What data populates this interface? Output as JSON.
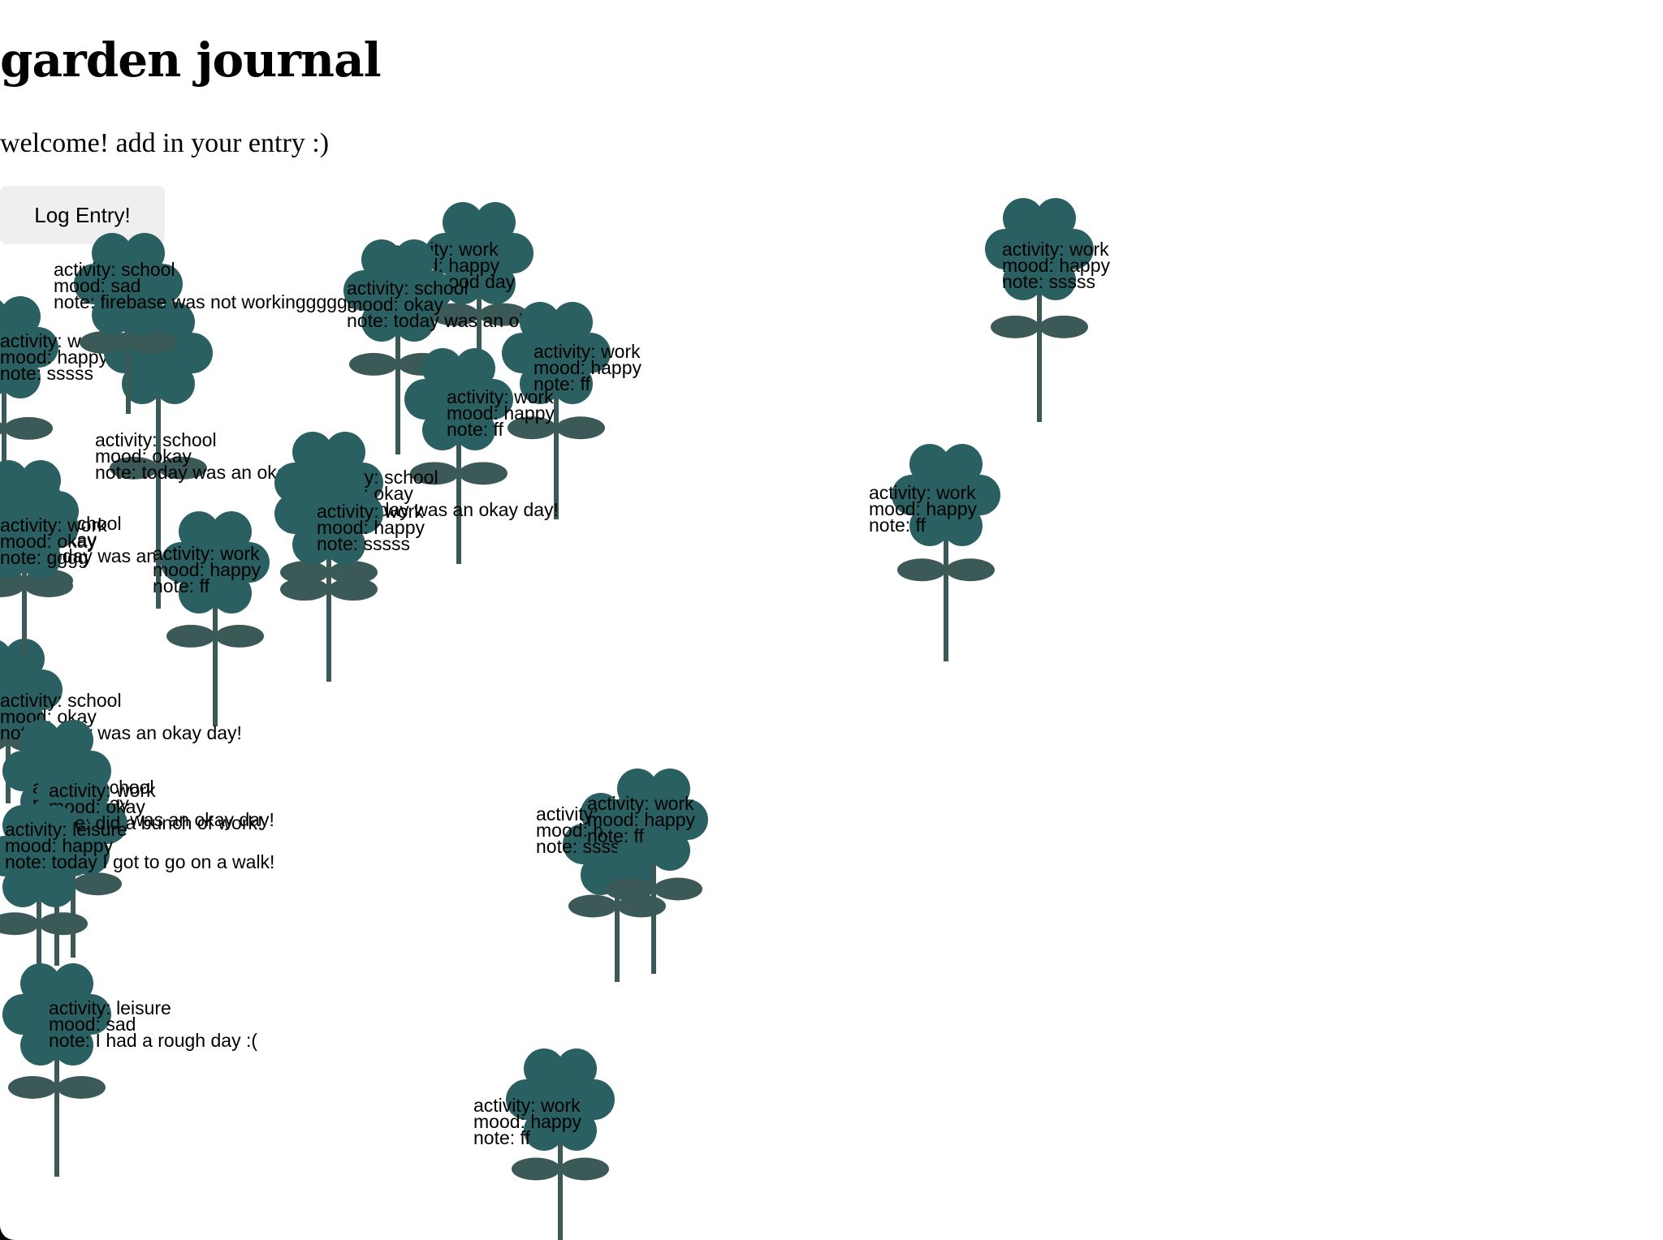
{
  "title": "garden journal",
  "subtitle": "welcome! add in your entry :)",
  "log_button_label": "Log Entry!",
  "colors": {
    "petal": "#2b6062",
    "leaf": "#3a5957",
    "stem": "#3a5957"
  },
  "entries": [
    {
      "activity": "work",
      "mood": "happy",
      "note": "sssss"
    },
    {
      "activity": "school",
      "mood": "okay",
      "note": "today was an okay day!"
    },
    {
      "activity": "school",
      "mood": "sad",
      "note": "firebase was not workingggggg"
    },
    {
      "activity": "work",
      "mood": "happy",
      "note": "good day"
    },
    {
      "activity": "school",
      "mood": "okay",
      "note": "today was an okay day!"
    },
    {
      "activity": "work",
      "mood": "happy",
      "note": "sssss"
    },
    {
      "activity": "work",
      "mood": "happy",
      "note": "ff"
    },
    {
      "activity": "work",
      "mood": "happy",
      "note": "ff"
    },
    {
      "activity": "school",
      "mood": "okay",
      "note": "today was an okay day!"
    },
    {
      "activity": "work",
      "mood": "happy",
      "note": "ff"
    },
    {
      "activity": "school",
      "mood": "okay",
      "note": "today was an okay day!"
    },
    {
      "activity": "work",
      "mood": "happy",
      "note": "sssss"
    },
    {
      "activity": "school",
      "mood": "okay",
      "note": "today was an okay day!"
    },
    {
      "activity": "work",
      "mood": "okay",
      "note": "gggg"
    },
    {
      "activity": "work",
      "mood": "happy",
      "note": "ff"
    },
    {
      "activity": "school",
      "mood": "okay",
      "note": "today was an okay day!"
    },
    {
      "activity": "work",
      "mood": "okay",
      "note": "did a bunch of work!"
    },
    {
      "activity": "leisure",
      "mood": "happy",
      "note": "today I got to go on a walk!"
    },
    {
      "activity": "work",
      "mood": "happy",
      "note": "sssss"
    },
    {
      "activity": "work",
      "mood": "happy",
      "note": "ff"
    },
    {
      "activity": "leisure",
      "mood": "sad",
      "note": "I had a rough day :("
    },
    {
      "activity": "work",
      "mood": "happy",
      "note": "ff"
    }
  ]
}
